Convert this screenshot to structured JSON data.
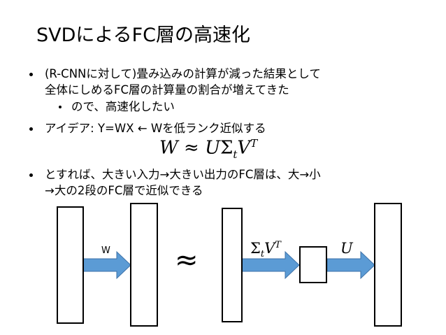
{
  "slide": {
    "title": "SVDによるFC層の高速化",
    "bullets": [
      {
        "line1": "(R-CNNに対して)畳み込みの計算が減った結果として",
        "line2": "全体にしめるFC層の計算量の割合が増えてきた"
      },
      {
        "sub": "ので、高速化したい"
      },
      {
        "line1": "アイデア: Y=WX ← Wを低ランク近似する"
      },
      {
        "line1": "とすれば、大きい入力→大きい出力のFC層は、大→小",
        "line2": "→大の2段のFC層で近似できる"
      }
    ],
    "formula": {
      "lhs": "W",
      "approx": "≈",
      "u": "U",
      "sigma": "Σ",
      "t": "t",
      "v": "V",
      "T": "T"
    },
    "diagram": {
      "w_label": "W",
      "approx": "≈",
      "sigma": "Σ",
      "t": "t",
      "v": "V",
      "T": "T",
      "u_label": "U"
    }
  }
}
